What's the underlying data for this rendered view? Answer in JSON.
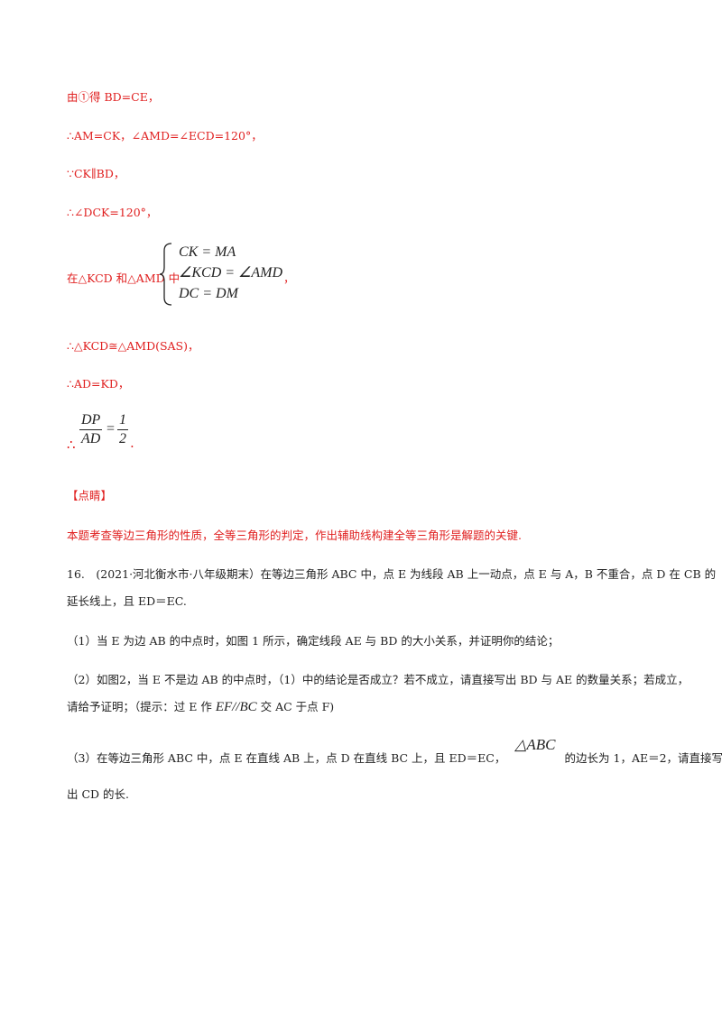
{
  "solution": {
    "line1": "由①得 BD=CE，",
    "line2": "∴AM=CK，∠AMD=∠ECD=120°，",
    "line3": "∵CK∥BD，",
    "line4": "∴∠DCK=120°，",
    "system_lead": "在△KCD 和△AMD 中",
    "system_eqs": [
      "CK = MA",
      "∠KCD = ∠AMD",
      "DC = DM"
    ],
    "system_tail": "，",
    "line5": "∴△KCD≅△AMD(SAS)，",
    "line6": "∴AD=KD，",
    "therefore": "∴",
    "fraction_left": {
      "num": "DP",
      "den": "AD"
    },
    "fraction_right": {
      "num": "1",
      "den": "2"
    },
    "equals": "=",
    "period": "."
  },
  "comment": {
    "heading": "【点睛】",
    "text": "本题考查等边三角形的性质，全等三角形的判定，作出辅助线构建全等三角形是解题的关键."
  },
  "problem16": {
    "intro_line1": "16.　(2021·河北衡水市·八年级期末）在等边三角形 ABC 中，点 E 为线段 AB 上一动点，点 E 与 A，B 不重合，点 D 在 CB 的",
    "intro_line2": "延长线上，且 ED＝EC.",
    "part1": "（1）当 E 为边 AB 的中点时，如图 1 所示，确定线段 AE 与 BD 的大小关系，并证明你的结论；",
    "part2_line1": "（2）如图2，当 E 不是边 AB 的中点时，（1）中的结论是否成立？若不成立，请直接写出 BD 与 AE 的数量关系；若成立，",
    "part2_line2_a": "请给予证明；（提示：过 E 作",
    "part2_hint_math": "EF//BC",
    "part2_line2_b": "交 AC 于点 F)",
    "part3_line1_a": "（3）在等边三角形 ABC 中，点 E 在直线 AB 上，点 D 在直线 BC 上，且 ED＝EC，",
    "part3_triangle": "△ABC",
    "part3_line1_b": "的边长为 1，AE＝2，请直接写",
    "part3_line2": "出 CD 的长."
  }
}
